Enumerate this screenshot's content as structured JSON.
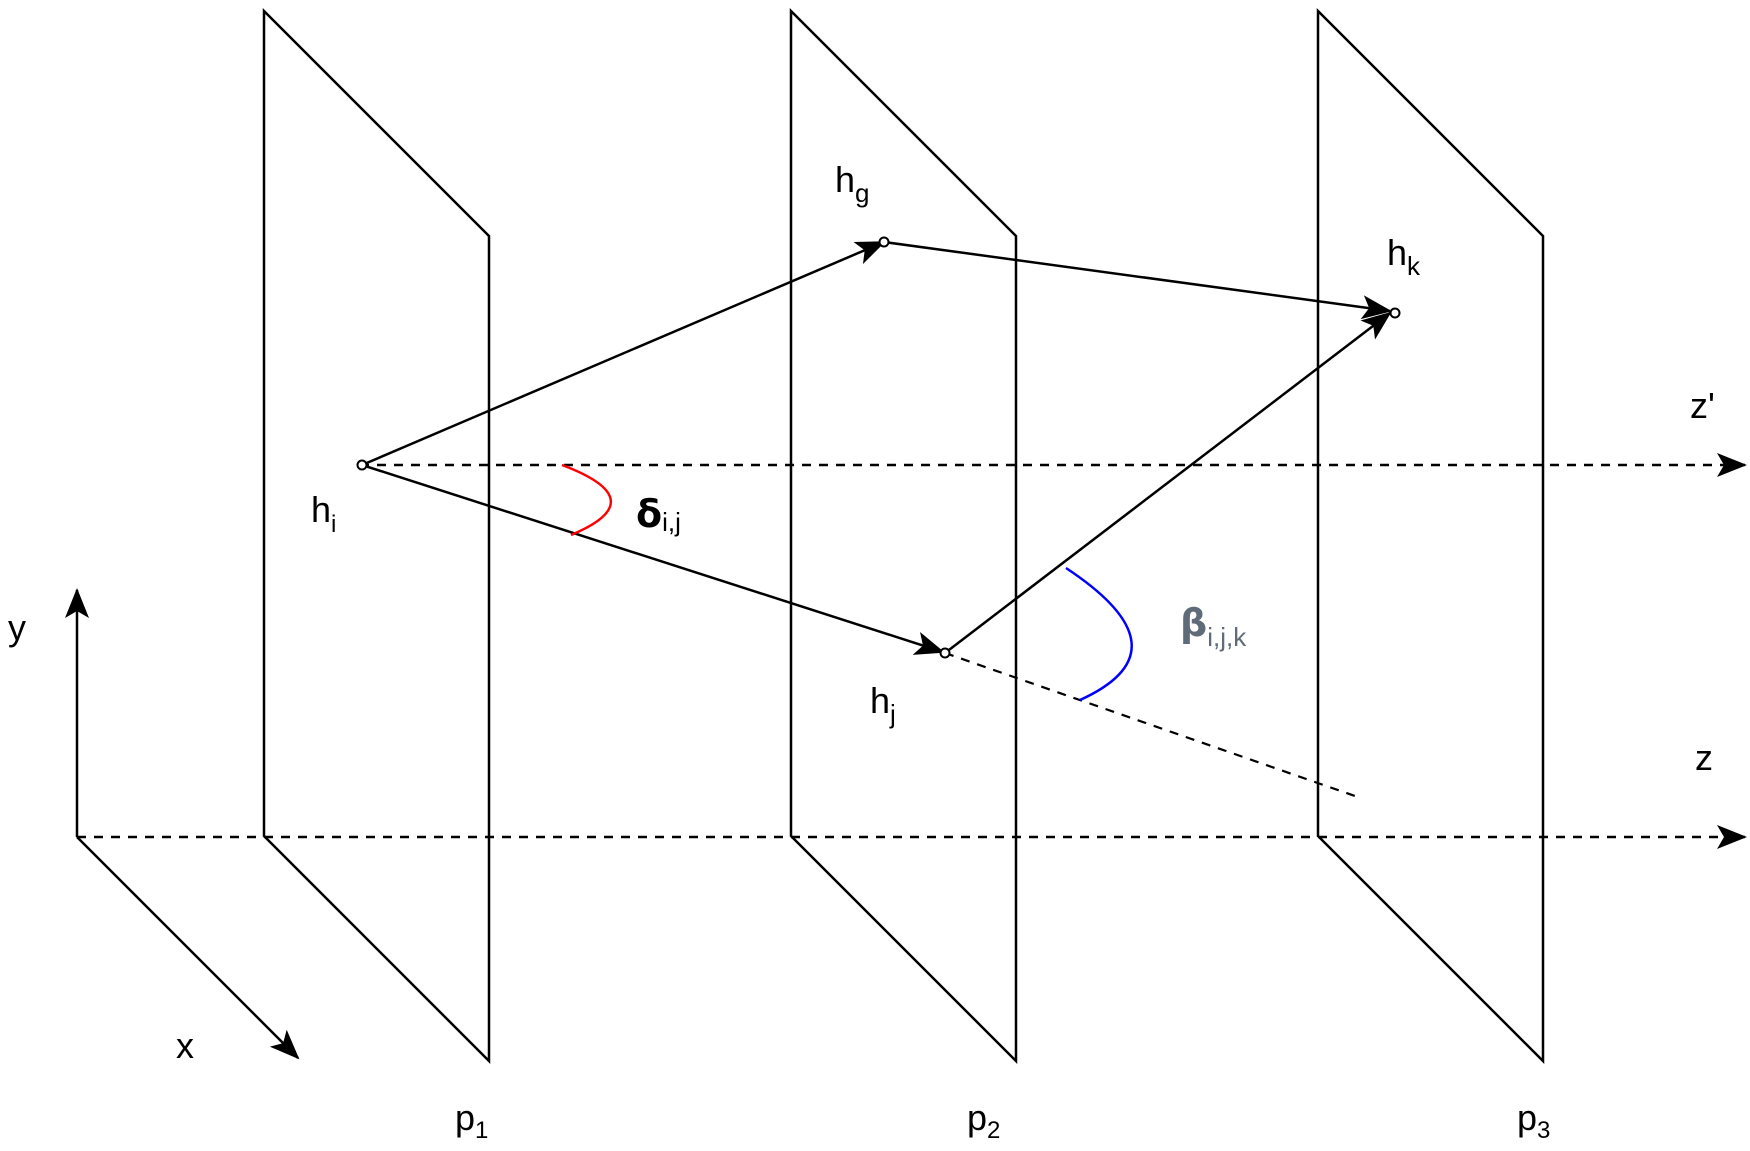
{
  "axes": {
    "y_label": "y",
    "x_label": "x",
    "z_label": "z",
    "z_prime_label": "z'"
  },
  "planes": [
    {
      "base": "p",
      "sub": "1"
    },
    {
      "base": "p",
      "sub": "2"
    },
    {
      "base": "p",
      "sub": "3"
    }
  ],
  "points": {
    "h_i": {
      "base": "h",
      "sub": "i"
    },
    "h_g": {
      "base": "h",
      "sub": "g"
    },
    "h_j": {
      "base": "h",
      "sub": "j"
    },
    "h_k": {
      "base": "h",
      "sub": "k"
    }
  },
  "angles": {
    "delta": {
      "symbol": "δ",
      "sub": "i,j",
      "color": "#ff0000"
    },
    "beta": {
      "symbol": "β",
      "sub": "i,j,k",
      "color": "#0000ff",
      "text_color": "#5f6b78"
    }
  },
  "colors": {
    "line": "#000000",
    "delta_arc": "#ff0000",
    "beta_arc": "#0000ff"
  }
}
